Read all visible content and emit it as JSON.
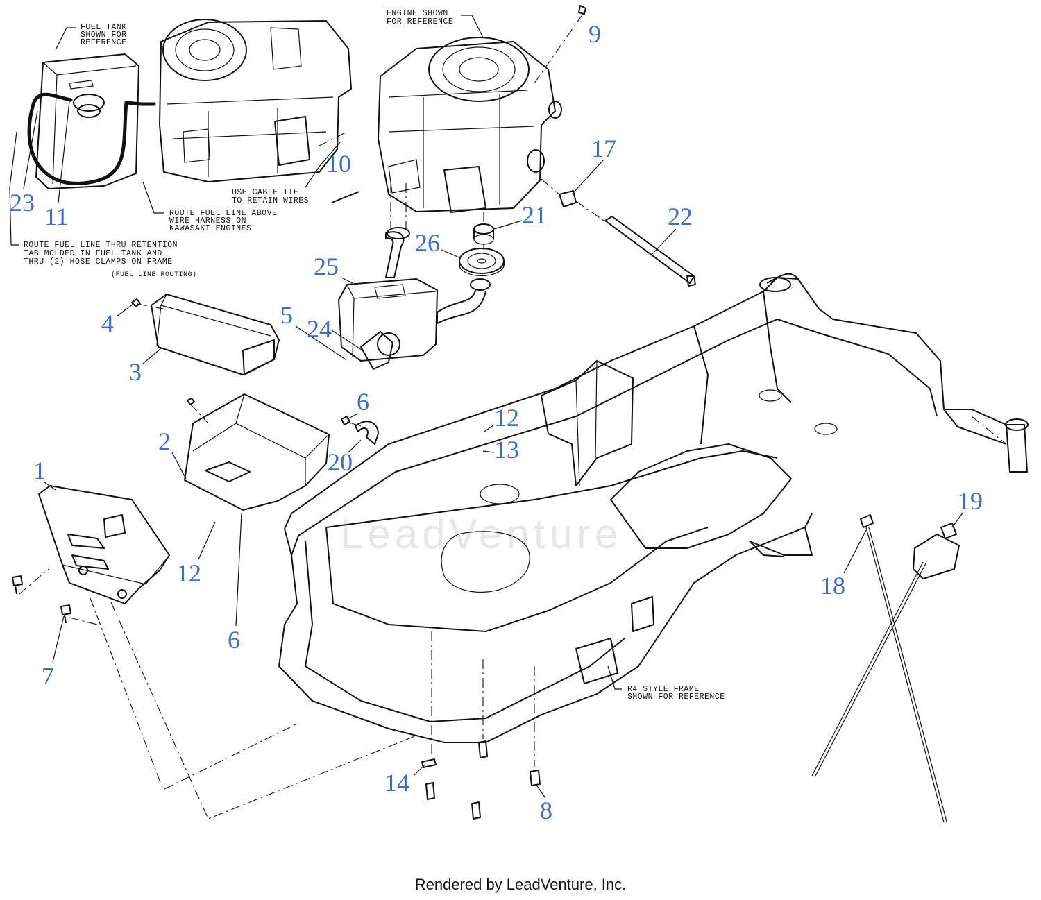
{
  "watermark": "LeadVenture",
  "footer": "Rendered by LeadVenture, Inc.",
  "notes": {
    "fuel_tank": [
      "FUEL TANK",
      "SHOWN FOR",
      "REFERENCE"
    ],
    "engine": [
      "ENGINE SHOWN",
      "FOR REFERENCE"
    ],
    "cable_tie": [
      "USE CABLE TIE",
      "TO RETAIN WIRES"
    ],
    "fuel_line_above": [
      "ROUTE FUEL LINE ABOVE",
      "WIRE HARNESS ON",
      "KAWASAKI ENGINES"
    ],
    "fuel_line_thru": [
      "ROUTE FUEL LINE THRU RETENTION",
      "TAB MOLDED IN FUEL TANK AND",
      "THRU (2) HOSE CLAMPS ON FRAME"
    ],
    "routing": "(FUEL LINE ROUTING)",
    "frame": [
      "R4 STYLE FRAME",
      "SHOWN FOR REFERENCE"
    ]
  },
  "callouts": {
    "c1": "1",
    "c2": "2",
    "c3": "3",
    "c4": "4",
    "c5": "5",
    "c6a": "6",
    "c6b": "6",
    "c7": "7",
    "c8": "8",
    "c9": "9",
    "c10": "10",
    "c11": "11",
    "c12a": "12",
    "c12b": "12",
    "c13": "13",
    "c14": "14",
    "c17": "17",
    "c18": "18",
    "c19": "19",
    "c20": "20",
    "c21": "21",
    "c22": "22",
    "c23": "23",
    "c24": "24",
    "c25": "25",
    "c26": "26"
  }
}
